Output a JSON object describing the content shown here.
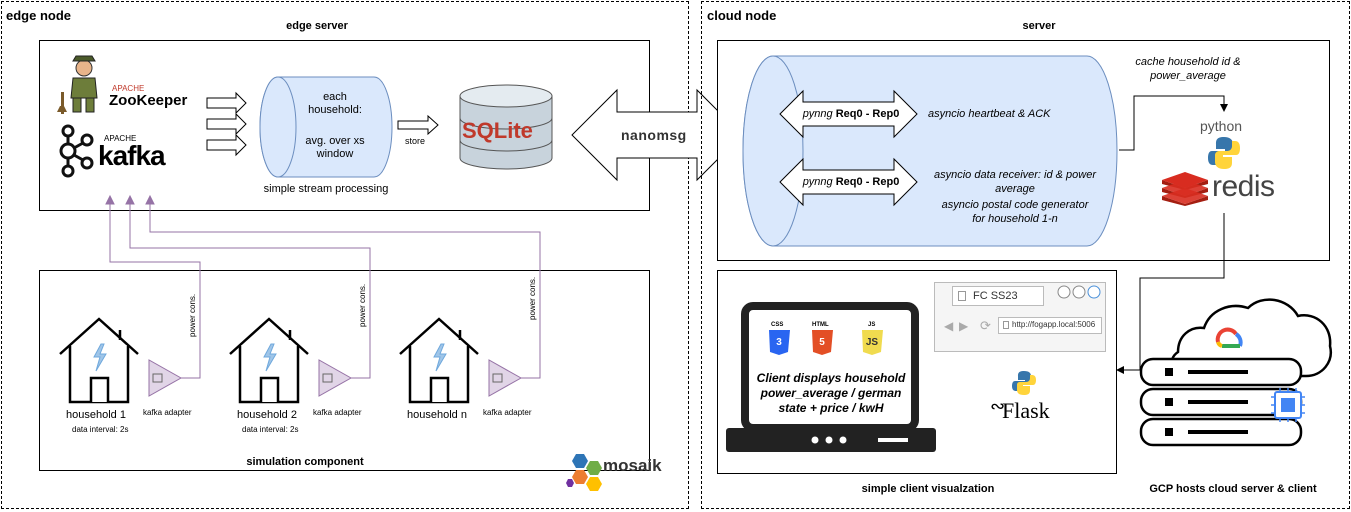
{
  "edge_node": {
    "title": "edge node",
    "edge_server": {
      "title": "edge server",
      "zookeeper_apache": "APACHE",
      "zookeeper_name": "ZooKeeper",
      "kafka_apache": "APACHE",
      "kafka_name": "kafka",
      "processing_text_1": "each",
      "processing_text_2": "household:",
      "processing_text_3": "avg. over xs",
      "processing_text_4": "window",
      "processing_caption": "simple stream processing",
      "store_label": "store",
      "sqlite_label": "SQLite"
    },
    "simulation": {
      "title": "simulation component",
      "households": [
        {
          "label": "household 1",
          "interval": "data interval: 2s",
          "adapter": "kafka adapter",
          "power": "power cons."
        },
        {
          "label": "household 2",
          "interval": "data interval: 2s",
          "adapter": "kafka adapter",
          "power": "power cons."
        },
        {
          "label": "household n",
          "interval": "",
          "adapter": "kafka adapter",
          "power": "power cons."
        }
      ],
      "mosaik_label": "mosaik"
    }
  },
  "link": {
    "nanomsg_label": "nanomsg"
  },
  "cloud_node": {
    "title": "cloud node",
    "server": {
      "title": "server",
      "req_prefix": "pynng",
      "req_label": "Req0 - Rep0",
      "heartbeat_text": "asyncio heartbeat & ACK",
      "receiver_text_1": "asyncio data receiver: id & power",
      "receiver_text_2": "average",
      "receiver_text_3": "asyncio postal code generator",
      "receiver_text_4": "for household 1-n",
      "cache_text_1": "cache household id &",
      "cache_text_2": "power_average",
      "python_label": "python",
      "redis_label": "redis"
    },
    "client": {
      "title": "simple client visualzation",
      "css_label": "CSS",
      "html_label": "HTML",
      "js_label": "JS",
      "client_text_1": "Client displays household",
      "client_text_2": "power_average / german",
      "client_text_3": "state + price / kwH",
      "browser_tab": "FC SS23",
      "browser_url": "http://fogapp.local:5006",
      "flask_label": "Flask"
    },
    "gcp_caption": "GCP hosts cloud server & client"
  }
}
